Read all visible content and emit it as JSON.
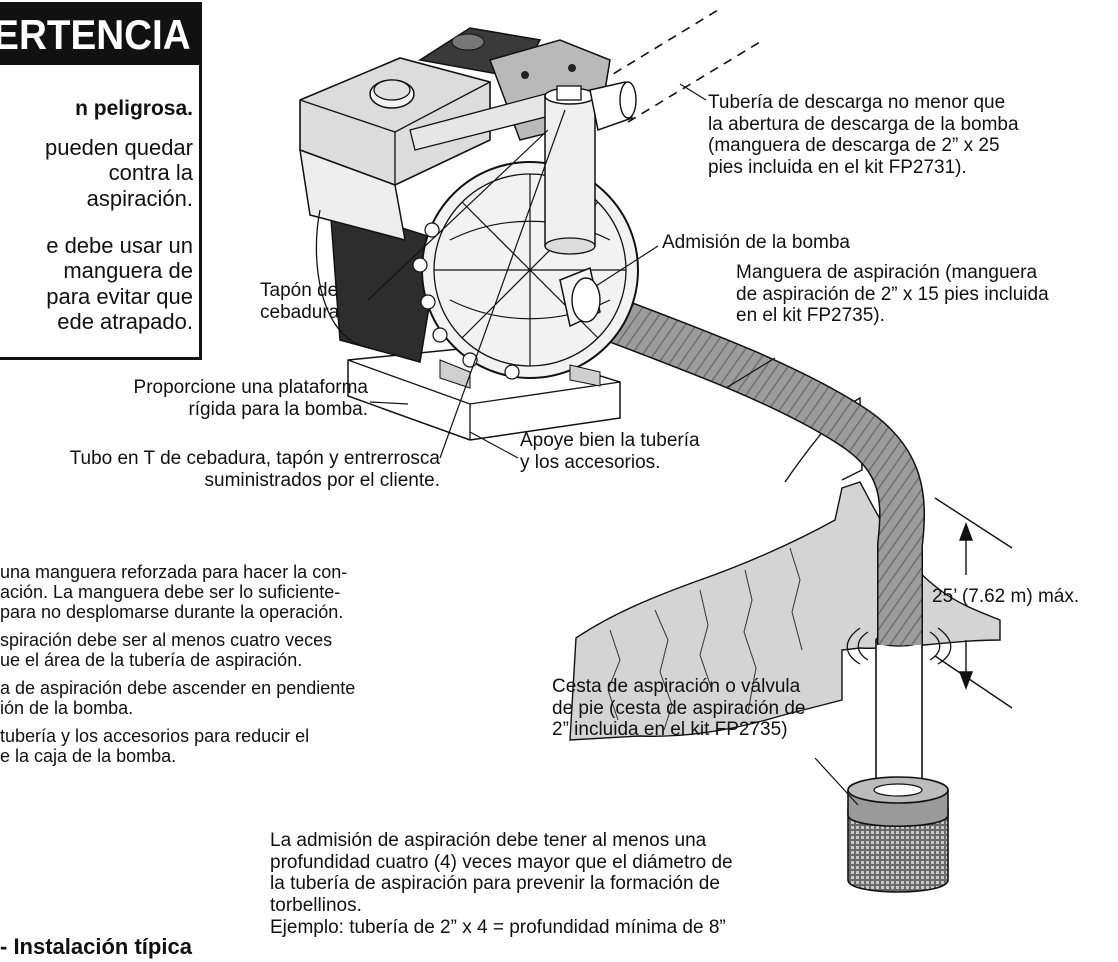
{
  "warning": {
    "banner": "ERTENCIA",
    "heading": "n peligrosa.",
    "para1": "pueden quedar\ncontra la\naspiración.",
    "para2": "e debe usar un\nmanguera de\npara evitar que\nede atrapado."
  },
  "labels": {
    "discharge": "Tubería de descarga no menor que\nla abertura de descarga de la bomba\n(manguera de descarga de 2” x 25\npies incluida en el kit FP2731).",
    "pump_intake": "Admisión de la bomba",
    "suction_hose": "Manguera de aspiración (manguera\nde aspiración de 2” x 15 pies incluida\nen el kit FP2735).",
    "priming_plug": "Tapón de\ncebadura",
    "platform": "Proporcione una plataforma\nrígida para la bomba.",
    "support": "Apoye bien la tubería\ny los accesorios.",
    "tee": "Tubo en T de cebadura, tapón y entrerrosca\nsuministrados por el cliente.",
    "lift": "25’ (7.62 m) máx.",
    "strainer": "Cesta de aspiración o válvula\nde pie (cesta de aspiración de\n2” incluida en el kit FP2735)",
    "depth": "La admisión de aspiración debe tener al menos una\nprofundidad cuatro (4) veces mayor que el diámetro de\nla tubería de aspiración para prevenir la formación de\ntorbellinos.",
    "example": "Ejemplo: tubería de 2” x 4 = profundidad mínima de 8”"
  },
  "notes": [
    "una manguera reforzada para hacer la con-",
    "ación. La manguera debe ser lo suficiente-",
    "para no desplomarse durante la operación.",
    "spiración debe ser al menos cuatro veces",
    "ue el área de la tubería de aspiración.",
    "a de aspiración debe ascender en pendiente",
    "ión de la bomba.",
    "tubería y los accesorios para reducir el",
    "e la caja de la bomba."
  ],
  "caption": "- Instalación típica"
}
